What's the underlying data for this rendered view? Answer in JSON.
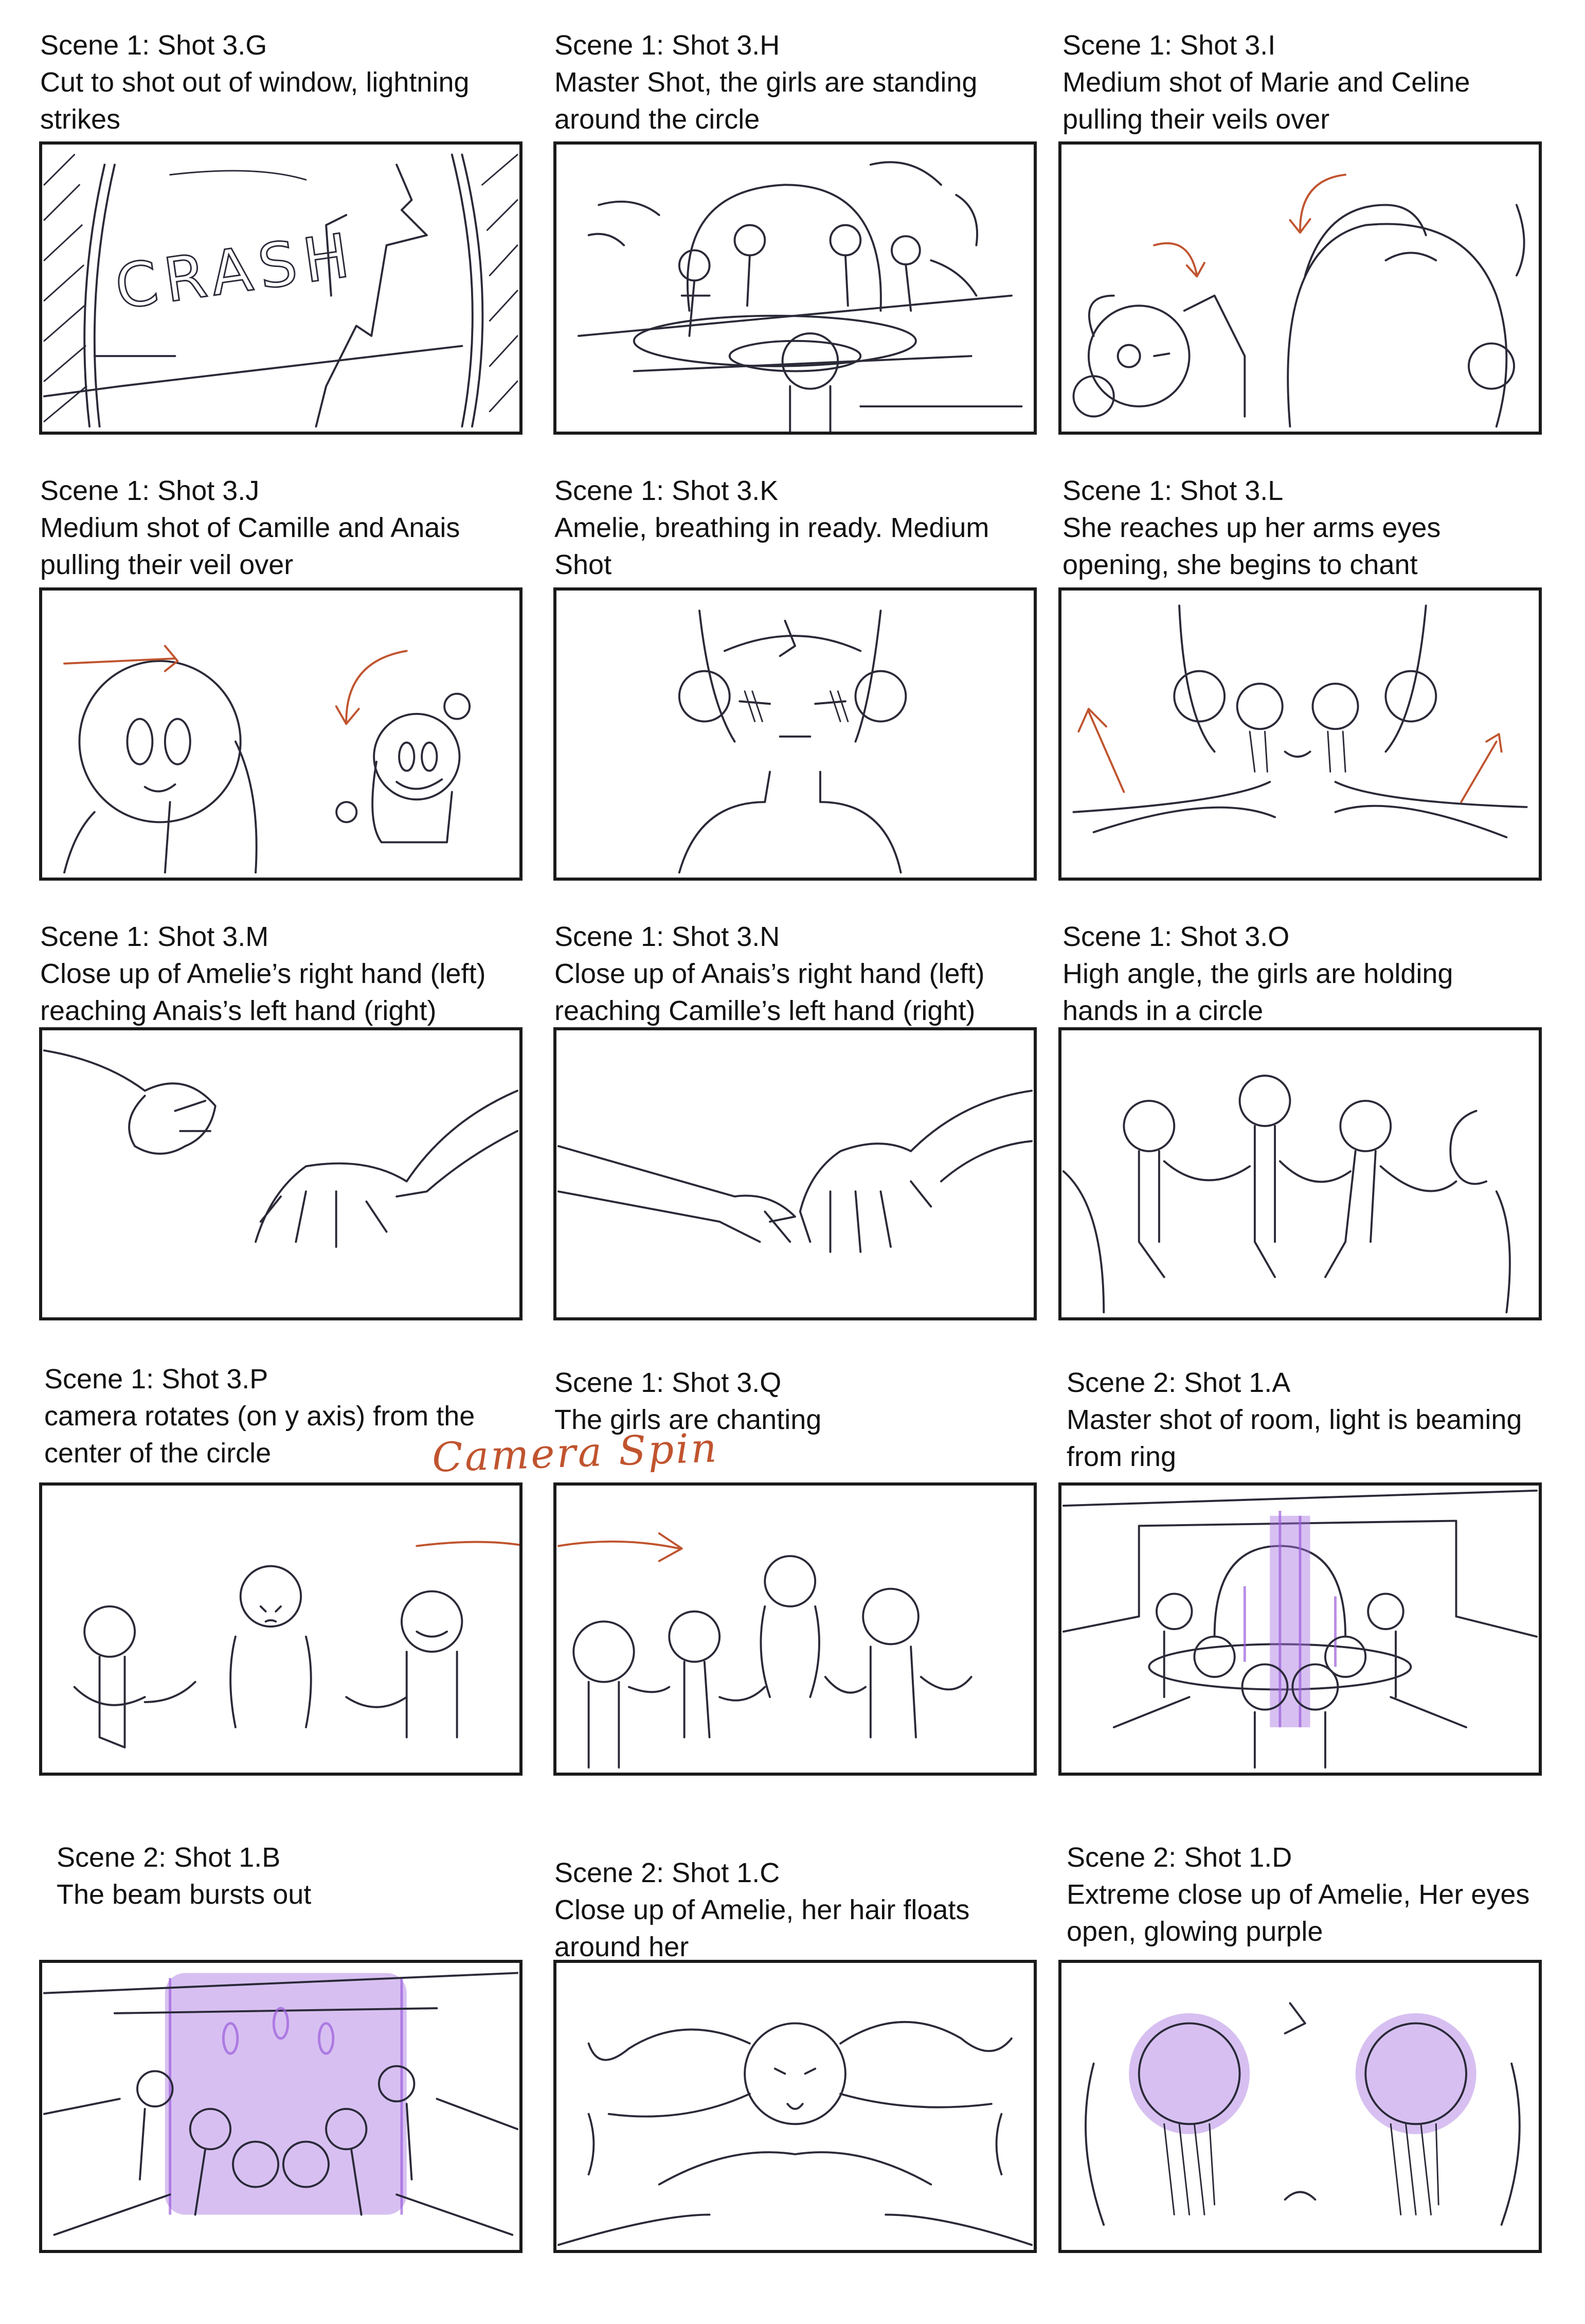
{
  "panels": [
    {
      "title": "Scene 1: Shot 3.G",
      "desc": "Cut to shot out of window, lightning strikes",
      "drawn_text": "CRASH"
    },
    {
      "title": "Scene 1: Shot 3.H",
      "desc": "Master Shot, the girls are standing around the circle"
    },
    {
      "title": "Scene 1: Shot 3.I",
      "desc": "Medium shot of Marie and Celine pulling their veils over"
    },
    {
      "title": "Scene 1: Shot 3.J",
      "desc": "Medium shot of Camille and Anais pulling their veil over"
    },
    {
      "title": "Scene 1: Shot 3.K",
      "desc": "Amelie, breathing in ready. Medium Shot"
    },
    {
      "title": "Scene 1: Shot 3.L",
      "desc": "She reaches up her arms eyes opening, she begins to chant"
    },
    {
      "title": "Scene 1: Shot 3.M",
      "desc": "Close up of Amelie’s right hand (left) reaching Anais’s left hand (right)"
    },
    {
      "title": "Scene 1: Shot 3.N",
      "desc": "Close up of Anais’s right hand (left) reaching Camille’s left hand (right)"
    },
    {
      "title": "Scene 1: Shot 3.O",
      "desc": "High angle, the girls are holding hands in a circle"
    },
    {
      "title": "Scene 1: Shot 3.P",
      "desc": "camera rotates (on y axis) from the center of the circle"
    },
    {
      "title": "Scene 1: Shot 3.Q",
      "desc": "The girls are chanting"
    },
    {
      "title": "Scene 2: Shot 1.A",
      "desc": "Master shot of room, light is beaming from ring"
    },
    {
      "title": "Scene 2: Shot 1.B",
      "desc": "The beam bursts out"
    },
    {
      "title": "Scene 2: Shot 1.C",
      "desc": "Close up of Amelie, her hair floats around her"
    },
    {
      "title": "Scene 2: Shot 1.D",
      "desc": "Extreme close up of Amelie, Her eyes open, glowing purple"
    }
  ],
  "annotation": "Camera Spin",
  "colors": {
    "sketch": "#2a2a38",
    "arrow": "#c0542f",
    "glow": "#a673e0",
    "border": "#1a1a1a"
  }
}
